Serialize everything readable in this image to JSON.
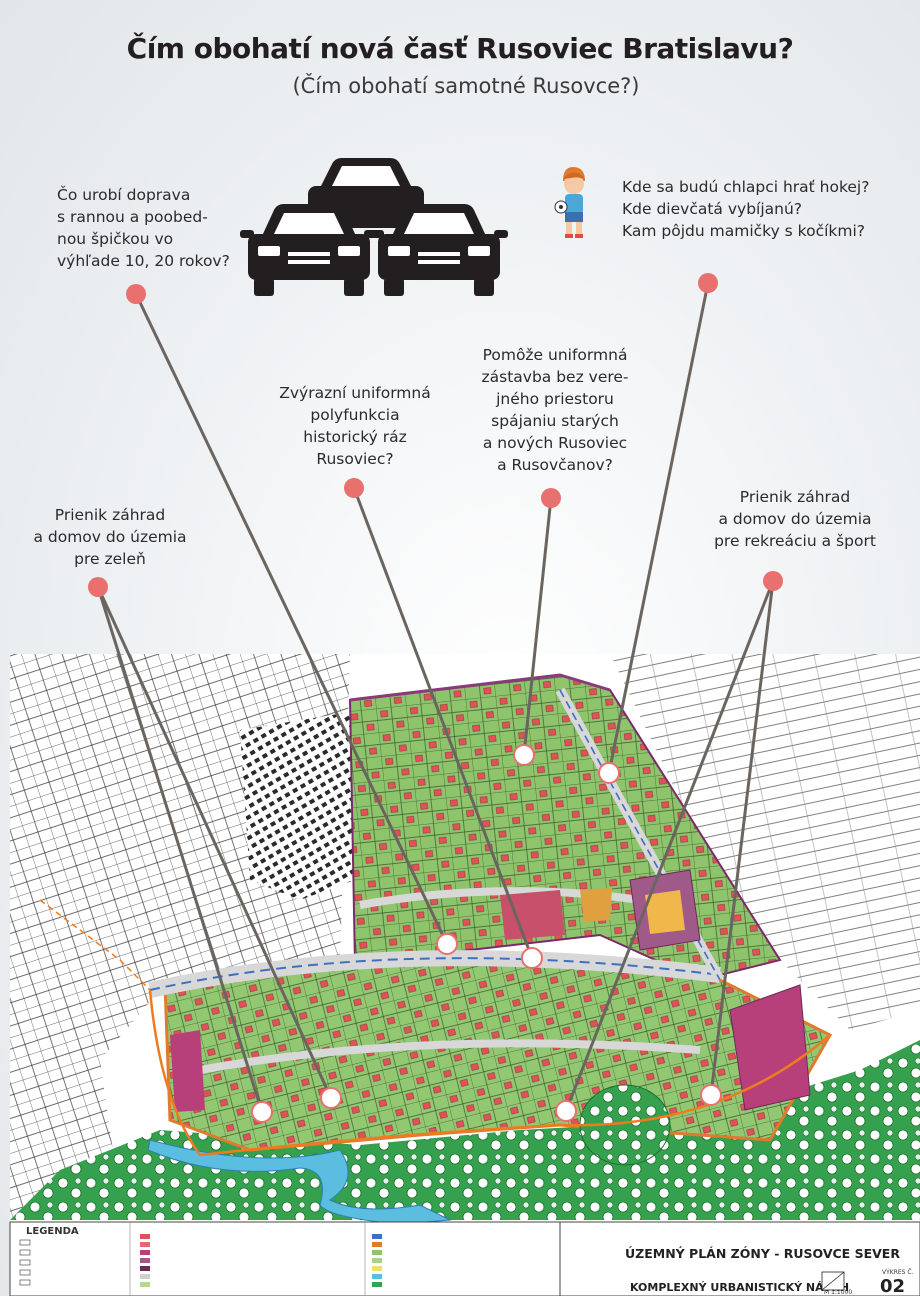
{
  "header": {
    "title": "Čím obohatí nová časť Rusoviec Bratislavu?",
    "subtitle": "(Čím obohatí samotné Rusovce?)"
  },
  "questions": {
    "traffic": [
      "Čo urobí doprava",
      "s rannou a poobed-",
      "nou špičkou vo",
      "výhľade 10, 20 rokov?"
    ],
    "children": [
      "Kde sa budú chlapci hrať hokej?",
      "Kde dievčatá vybíjanú?",
      "Kam pôjdu mamičky s kočíkmi?"
    ],
    "polyfunction": [
      "Zvýrazní uniformná",
      "polyfunkcia",
      "historický ráz",
      "Rusoviec?"
    ],
    "uniform": [
      "Pomôže uniformná",
      "zástavba bez vere-",
      "jného priestoru",
      "spájaniu starých",
      "a nových Rusoviec",
      "a Rusovčanov?"
    ],
    "gardens_green": [
      "Prienik záhrad",
      "a domov do územia",
      "pre zeleň"
    ],
    "gardens_sport": [
      "Prienik záhrad",
      "a domov do územia",
      "pre rekreáciu a šport"
    ]
  },
  "plan": {
    "legend_title": "LEGENDA",
    "plan_title": "ÚZEMNÝ PLÁN ZÓNY - RUSOVCE SEVER",
    "subtitle": "KOMPLEXNÝ URBANISTICKÝ NÁVRH",
    "sheet_label": "VÝKRES Č.",
    "sheet_number": "02",
    "scale": "M 1:1000"
  },
  "colors": {
    "pin": "#e8706e",
    "line": "#6b6560",
    "plot_green": "#8bc46a",
    "house": "#e0525a",
    "park": "#2f9b4a",
    "river": "#5bbde0"
  }
}
